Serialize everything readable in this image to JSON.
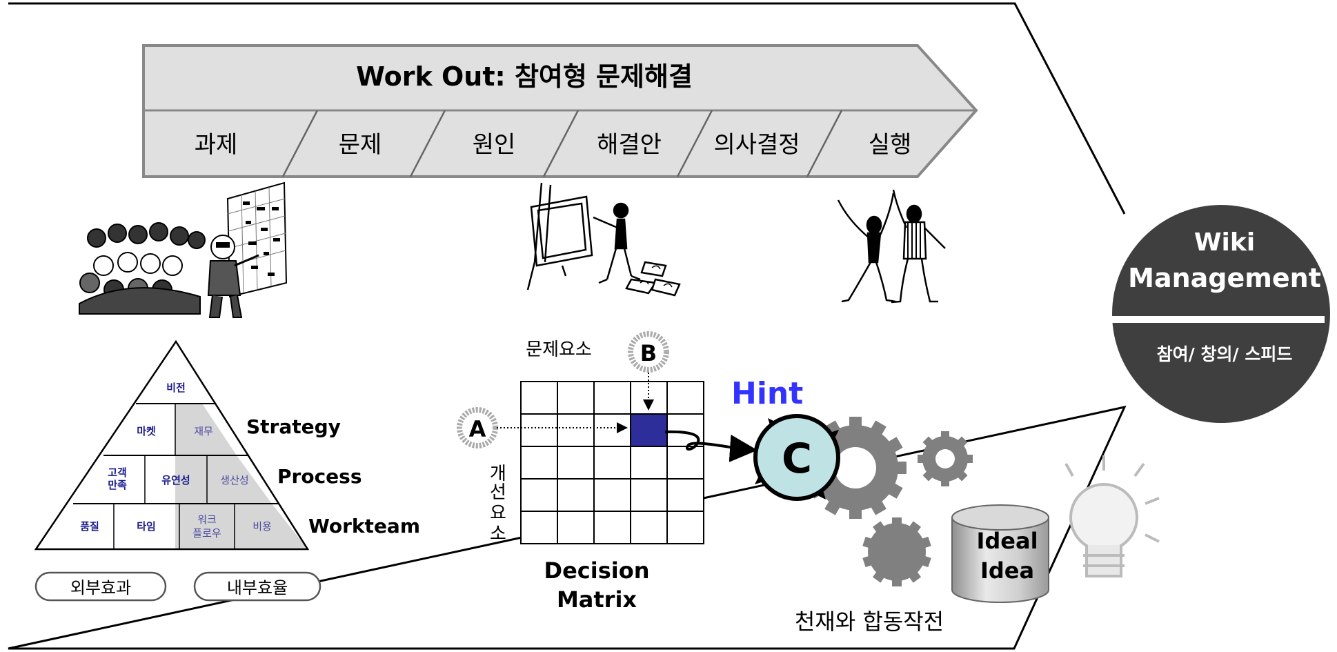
{
  "banner": {
    "title": "Work Out: 참여형 문제해결",
    "steps": [
      "과제",
      "문제",
      "원인",
      "해결안",
      "의사결정",
      "실행"
    ]
  },
  "pyramid": {
    "cells": {
      "vision": "비전",
      "market": "마켓",
      "finance": "재무",
      "customer_line1": "고객",
      "customer_line2": "만족",
      "flexibility": "유연성",
      "productivity": "생산성",
      "quality": "품질",
      "timing": "타임",
      "workflow_line1": "워크",
      "workflow_line2": "플로우",
      "cost": "비용"
    },
    "levels": [
      "Strategy",
      "Process",
      "Workteam"
    ],
    "bottom_labels": [
      "외부효과",
      "내부효율"
    ]
  },
  "matrix": {
    "column_axis_label": "문제요소",
    "row_axis_label": [
      "개",
      "선",
      "요",
      "소"
    ],
    "marker_a": "A",
    "marker_b": "B",
    "caption_line1": "Decision",
    "caption_line2": "Matrix",
    "rows": 5,
    "cols": 5,
    "highlight_row": 2,
    "highlight_col": 4
  },
  "hint": {
    "label": "Hint",
    "marker_c": "C",
    "caption": "천재와 합동작전"
  },
  "idea": {
    "line1": "Ideal",
    "line2": "Idea"
  },
  "wiki": {
    "line1": "Wiki",
    "line2": "Management",
    "subtitle": "참여/ 창의/ 스피드"
  },
  "colors": {
    "banner_fill": "#e0e0e0",
    "highlight_cell": "#2e2e9a",
    "hint_blue": "#3333ff",
    "wiki_circle": "#3f3f3f",
    "gear_gray": "#808080",
    "c_circle": "#bfe3e5",
    "pyramid_shade": "#d6d6d6",
    "pyramid_text": "#1a1a8c"
  }
}
